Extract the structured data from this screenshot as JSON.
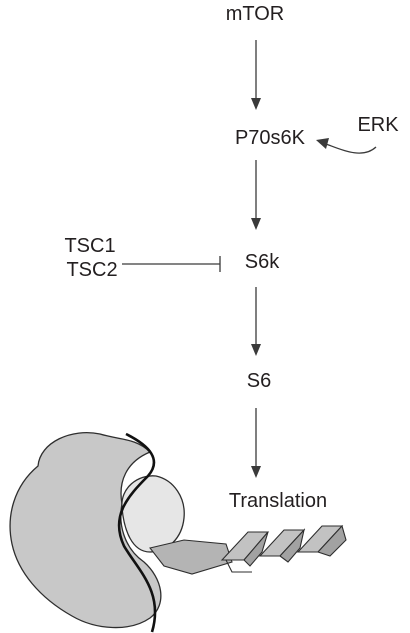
{
  "diagram": {
    "nodes": {
      "mtor": "mTOR",
      "erk": "ERK",
      "p70s6k": "P70s6K",
      "tsc1": "TSC1",
      "tsc2": "TSC2",
      "s6k": "S6k",
      "s6": "S6",
      "translation": "Translation"
    },
    "edges": [
      {
        "from": "mTOR",
        "to": "P70s6K",
        "type": "activation"
      },
      {
        "from": "ERK",
        "to": "P70s6K",
        "type": "activation"
      },
      {
        "from": "P70s6K",
        "to": "S6k",
        "type": "activation"
      },
      {
        "from": "TSC1/TSC2",
        "to": "S6k",
        "type": "inhibition"
      },
      {
        "from": "S6k",
        "to": "S6",
        "type": "activation"
      },
      {
        "from": "S6",
        "to": "Translation",
        "type": "activation"
      }
    ],
    "colors": {
      "arrow": "#3a3a3a",
      "text": "#231f20",
      "ribosome_large": "#c8c8c8",
      "ribosome_small": "#e8e8e8",
      "peptide": "#b4b4b4"
    }
  }
}
